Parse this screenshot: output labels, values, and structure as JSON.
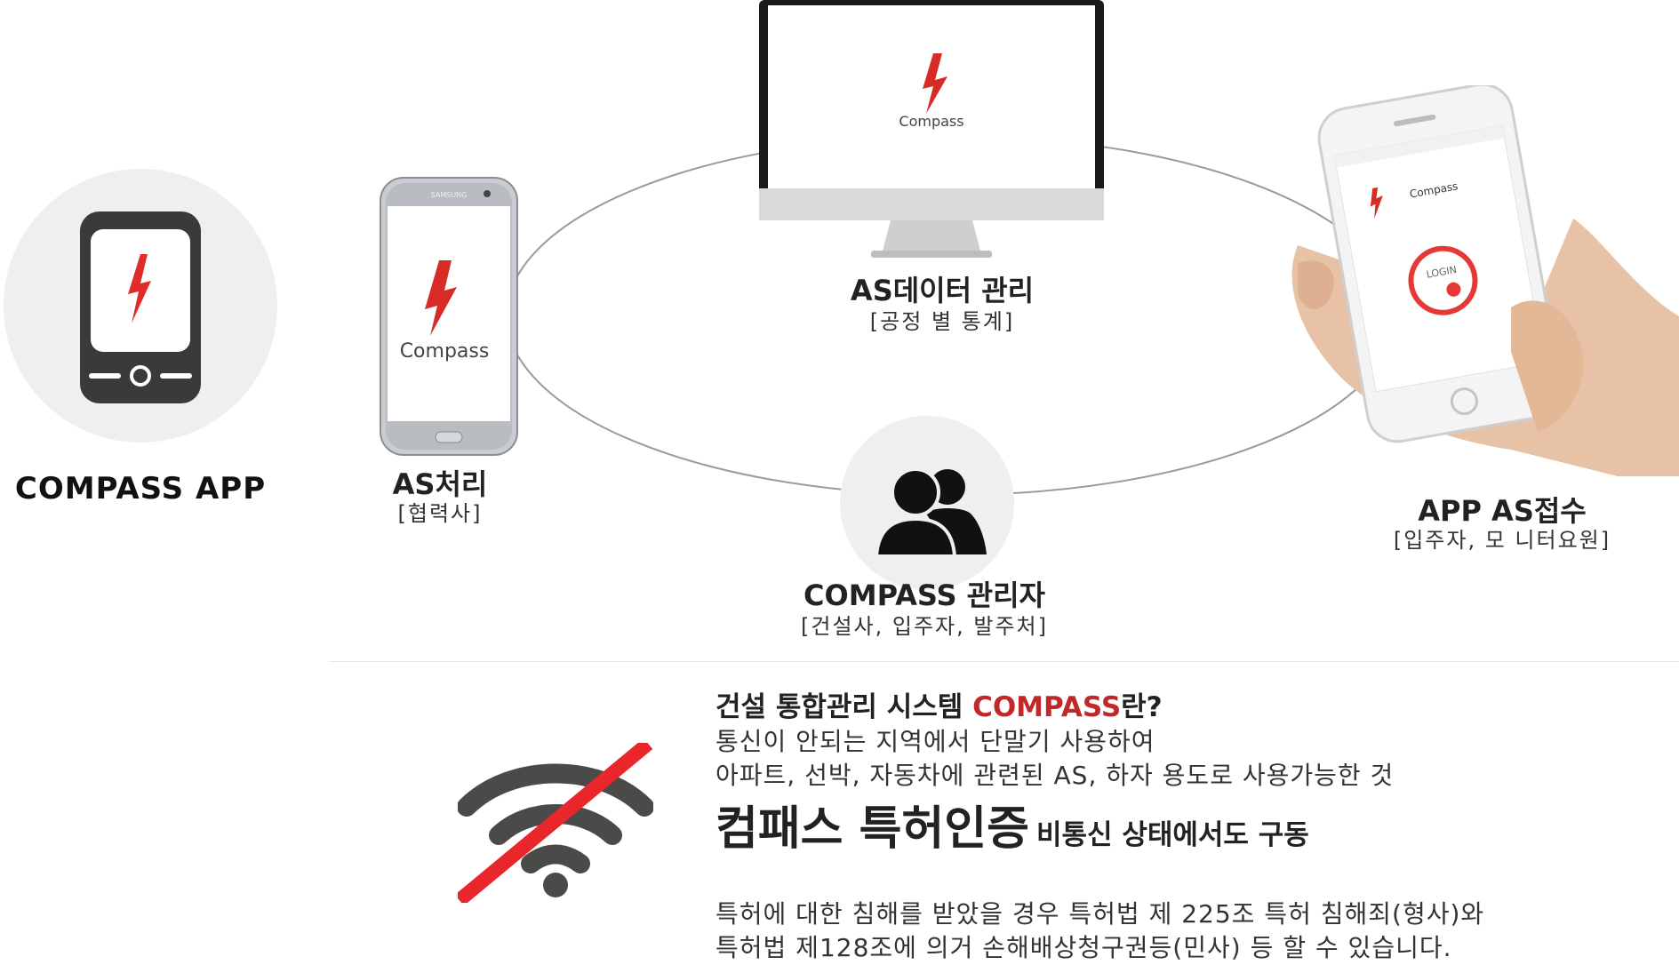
{
  "app": {
    "label": "COMPASS APP"
  },
  "devices": {
    "as_process": {
      "title": "AS처리",
      "subtitle": "[협력사]",
      "brand": "SAMSUNG",
      "logo": "Compass"
    },
    "as_data": {
      "title": "AS데이터 관리",
      "subtitle": "[공정 별 통계]",
      "logo": "Compass"
    },
    "admin": {
      "title": "COMPASS 관리자",
      "subtitle": "[건설사, 입주자, 발주처]"
    },
    "app_as": {
      "title": "APP AS접수",
      "subtitle": "[입주자, 모 니터요원]",
      "logo": "Compass",
      "login": "LOGIN"
    }
  },
  "info": {
    "heading_prefix": "건설 통합관리 시스템 ",
    "heading_accent": "COMPASS",
    "heading_suffix": "란?",
    "line1": "통신이 안되는 지역에서 단말기 사용하여",
    "line2": "아파트, 선박, 자동차에 관련된 AS, 하자 용도로 사용가능한  것",
    "patent_big": "컴패스 특허인증",
    "patent_small": "비통신 상태에서도 구동",
    "legal1": "특허에 대한 침해를 받았을 경우 특허법 제 225조 특허 침해죄(형사)와",
    "legal2": "특허법 제128조에 의거 손해배상청구권등(민사) 등 할 수 있습니다."
  },
  "colors": {
    "accent": "#c0282a",
    "icon_dark": "#3a3a3a",
    "circle_bg": "#efefef",
    "no_signal_red": "#e8262b",
    "wifi_grey": "#4a4a48"
  }
}
